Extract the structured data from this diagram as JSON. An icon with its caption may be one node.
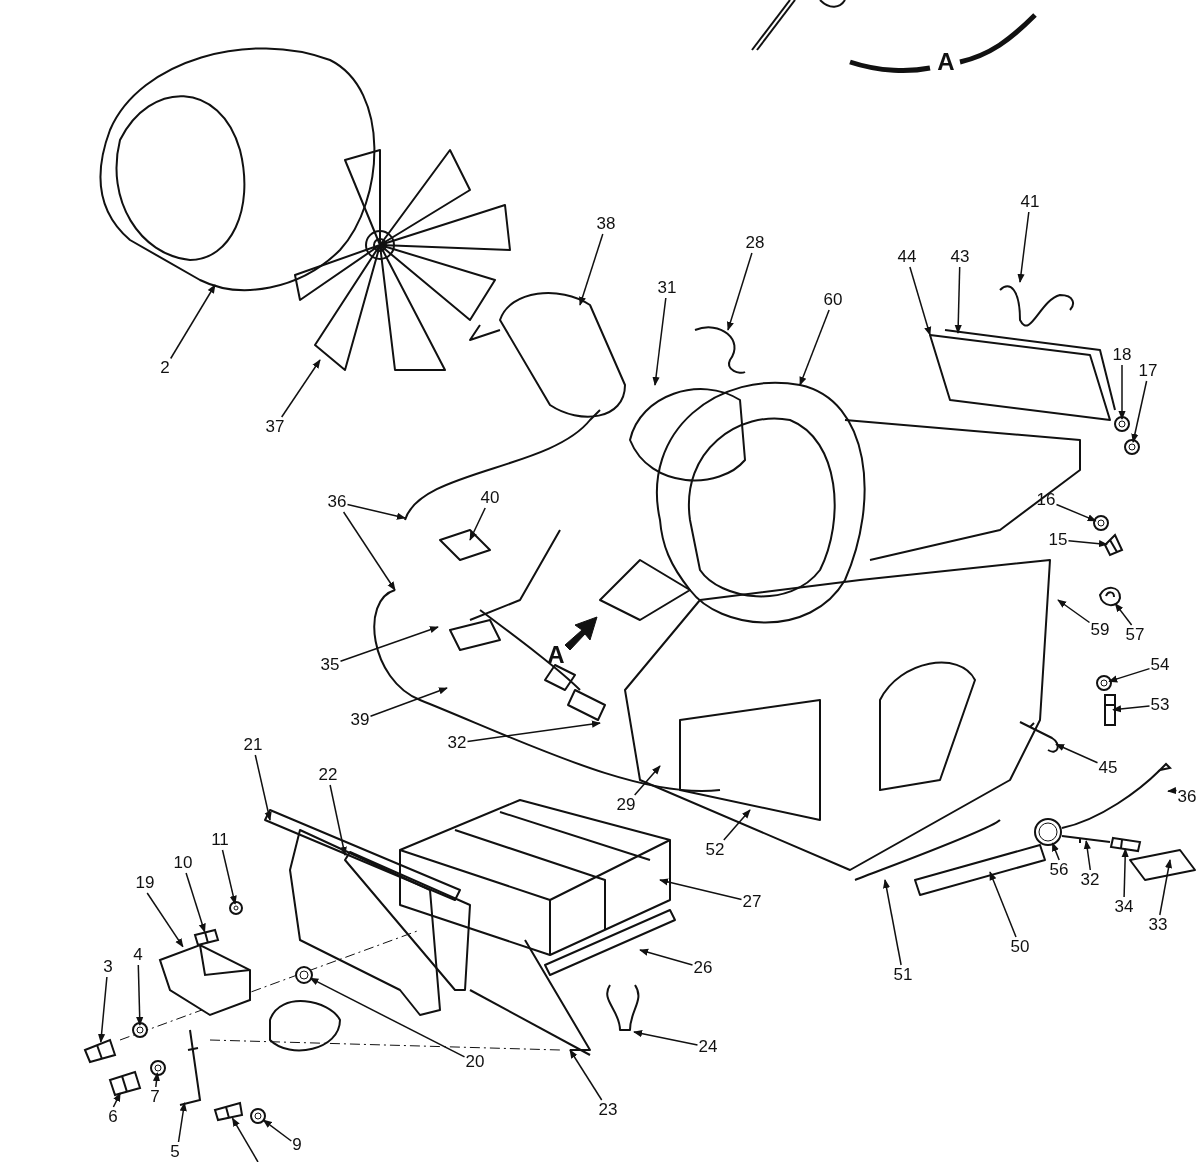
{
  "diagram": {
    "nodes": [
      {
        "text": [
          "41"
        ]
      },
      {
        "text": [
          "28"
        ]
      },
      {
        "text": [
          "38"
        ]
      },
      {
        "text": [
          "44"
        ]
      },
      {
        "text": [
          "43"
        ]
      },
      {
        "text": [
          "31"
        ]
      },
      {
        "text": [
          "60"
        ]
      },
      {
        "text": [
          "18"
        ]
      },
      {
        "text": [
          "2"
        ]
      },
      {
        "text": [
          "17"
        ]
      },
      {
        "text": [
          "37"
        ]
      },
      {
        "text": [
          "36"
        ]
      },
      {
        "text": [
          "40"
        ]
      },
      {
        "text": [
          "16"
        ]
      },
      {
        "text": [
          "15"
        ]
      },
      {
        "text": [
          "59"
        ]
      },
      {
        "text": [
          "57"
        ]
      },
      {
        "text": [
          "35"
        ]
      },
      {
        "text": [
          "54"
        ]
      },
      {
        "text": [
          "53"
        ]
      },
      {
        "text": [
          "39"
        ]
      },
      {
        "text": [
          "32"
        ]
      },
      {
        "text": [
          "21"
        ]
      },
      {
        "text": [
          "45"
        ]
      },
      {
        "text": [
          "22"
        ]
      },
      {
        "text": [
          "36"
        ]
      },
      {
        "text": [
          "29"
        ]
      },
      {
        "text": [
          "11"
        ]
      },
      {
        "text": [
          "52"
        ]
      },
      {
        "text": [
          "10"
        ]
      },
      {
        "text": [
          "56"
        ]
      },
      {
        "text": [
          "32"
        ]
      },
      {
        "text": [
          "19"
        ]
      },
      {
        "text": [
          "27"
        ]
      },
      {
        "text": [
          "34"
        ]
      },
      {
        "text": [
          "33"
        ]
      },
      {
        "text": [
          "50"
        ]
      },
      {
        "text": [
          "4"
        ]
      },
      {
        "text": [
          "3"
        ]
      },
      {
        "text": [
          "26"
        ]
      },
      {
        "text": [
          "51"
        ]
      },
      {
        "text": [
          "24"
        ]
      },
      {
        "text": [
          "20"
        ]
      },
      {
        "text": [
          "7"
        ]
      },
      {
        "text": [
          "23"
        ]
      },
      {
        "text": [
          "6"
        ]
      },
      {
        "text": [
          "9"
        ]
      },
      {
        "text": [
          "5"
        ]
      },
      {
        "text": [],
        "shape": "circle"
      },
      {
        "text": [],
        "shape": "circle"
      },
      {
        "text": [],
        "shape": "picture"
      },
      {
        "text": [],
        "shape": "circle"
      },
      {
        "text": [],
        "shape": "picture"
      },
      {
        "text": [],
        "shape": "picture"
      },
      {
        "text": [],
        "shape": "picture"
      },
      {
        "text": [],
        "shape": "circle"
      },
      {
        "text": [],
        "shape": "picture"
      },
      {
        "text": [],
        "shape": "picture"
      },
      {
        "text": [],
        "shape": "circle"
      },
      {
        "text": [],
        "shape": "picture"
      },
      {
        "text": [],
        "shape": "picture"
      },
      {
        "text": [],
        "shape": "picture"
      },
      {
        "text": [],
        "shape": "circle"
      },
      {
        "text": [],
        "shape": "picture"
      },
      {
        "text": [],
        "shape": "picture"
      },
      {
        "text": [],
        "shape": "circle"
      },
      {
        "text": [],
        "shape": "circle"
      },
      {
        "text": [],
        "shape": "circle"
      },
      {
        "text": [],
        "shape": "circle"
      },
      {
        "text": [],
        "shape": "picture"
      },
      {
        "text": [],
        "shape": "picture"
      }
    ],
    "edges": [
      {
        "from": 0,
        "to": null,
        "arrow": "to"
      },
      {
        "from": 1,
        "to": null,
        "arrow": "to"
      },
      {
        "from": 2,
        "to": null,
        "arrow": "to"
      },
      {
        "from": 3,
        "to": null,
        "arrow": "to"
      },
      {
        "from": 4,
        "to": null,
        "arrow": "to"
      },
      {
        "from": 5,
        "to": null,
        "arrow": "to"
      },
      {
        "from": 6,
        "to": null,
        "arrow": "to"
      },
      {
        "from": 7,
        "to": 48,
        "arrow": "to"
      },
      {
        "from": 8,
        "to": null,
        "arrow": "to"
      },
      {
        "from": 9,
        "to": 58,
        "arrow": "to"
      },
      {
        "from": 10,
        "to": null,
        "arrow": "to"
      },
      {
        "from": 11,
        "to": null,
        "arrow": "to"
      },
      {
        "from": 11,
        "to": null,
        "arrow": "to"
      },
      {
        "from": 12,
        "to": null,
        "arrow": "to"
      },
      {
        "from": 13,
        "to": 49,
        "arrow": "to"
      },
      {
        "from": 14,
        "to": 59,
        "arrow": "to"
      },
      {
        "from": 15,
        "to": null,
        "arrow": "to"
      },
      {
        "from": 16,
        "to": 50,
        "arrow": "to"
      },
      {
        "from": 17,
        "to": null,
        "arrow": "to"
      },
      {
        "from": 18,
        "to": 51,
        "arrow": "to"
      },
      {
        "from": 19,
        "to": 60,
        "arrow": "to"
      },
      {
        "from": 20,
        "to": null,
        "arrow": "to"
      },
      {
        "from": 21,
        "to": null,
        "arrow": "to"
      },
      {
        "from": 22,
        "to": null,
        "arrow": "to"
      },
      {
        "from": 23,
        "to": 69,
        "arrow": "to"
      },
      {
        "from": 24,
        "to": null,
        "arrow": "to"
      },
      {
        "from": 25,
        "to": 52,
        "arrow": "to"
      },
      {
        "from": 26,
        "to": null,
        "arrow": "to"
      },
      {
        "from": 27,
        "to": 66,
        "arrow": "to"
      },
      {
        "from": 28,
        "to": null,
        "arrow": "to"
      },
      {
        "from": 29,
        "to": 61,
        "arrow": "to"
      },
      {
        "from": 30,
        "to": 62,
        "arrow": "to"
      },
      {
        "from": 31,
        "to": 53,
        "arrow": "to"
      },
      {
        "from": 32,
        "to": 54,
        "arrow": "to"
      },
      {
        "from": 33,
        "to": null,
        "arrow": "to"
      },
      {
        "from": 34,
        "to": 63,
        "arrow": "to"
      },
      {
        "from": 35,
        "to": null,
        "arrow": "to"
      },
      {
        "from": 36,
        "to": null,
        "arrow": "to"
      },
      {
        "from": 37,
        "to": 65,
        "arrow": "to"
      },
      {
        "from": 38,
        "to": 64,
        "arrow": "to"
      },
      {
        "from": 39,
        "to": null,
        "arrow": "to"
      },
      {
        "from": 40,
        "to": null,
        "arrow": "to"
      },
      {
        "from": 41,
        "to": null,
        "arrow": "to"
      },
      {
        "from": 42,
        "to": 68,
        "arrow": "to"
      },
      {
        "from": 43,
        "to": 55,
        "arrow": "to"
      },
      {
        "from": 44,
        "to": null,
        "arrow": "to"
      },
      {
        "from": 45,
        "to": 56,
        "arrow": "to"
      },
      {
        "from": 46,
        "to": 67,
        "arrow": "to"
      },
      {
        "from": 47,
        "to": 57,
        "arrow": "to"
      },
      {
        "from": null,
        "to": 70,
        "arrow": "to"
      }
    ],
    "labels": [
      "A",
      "A"
    ]
  }
}
